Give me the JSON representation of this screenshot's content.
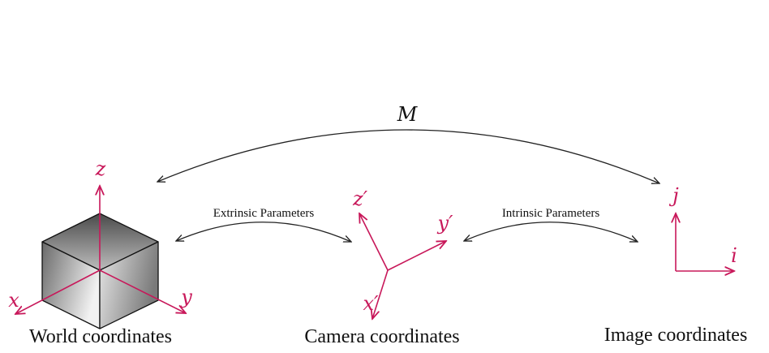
{
  "colors": {
    "axis": "#c8185a",
    "ink": "#111111"
  },
  "world": {
    "caption": "World coordinates",
    "axes": {
      "x": "x",
      "y": "y",
      "z": "z"
    }
  },
  "camera": {
    "caption": "Camera coordinates",
    "axes": {
      "x": "x′",
      "y": "y′",
      "z": "z′"
    }
  },
  "image": {
    "caption": "Image coordinates",
    "axes": {
      "i": "i",
      "j": "j"
    }
  },
  "arrows": {
    "extrinsic": "Extrinsic Parameters",
    "intrinsic": "Intrinsic Parameters",
    "overall": "M"
  }
}
